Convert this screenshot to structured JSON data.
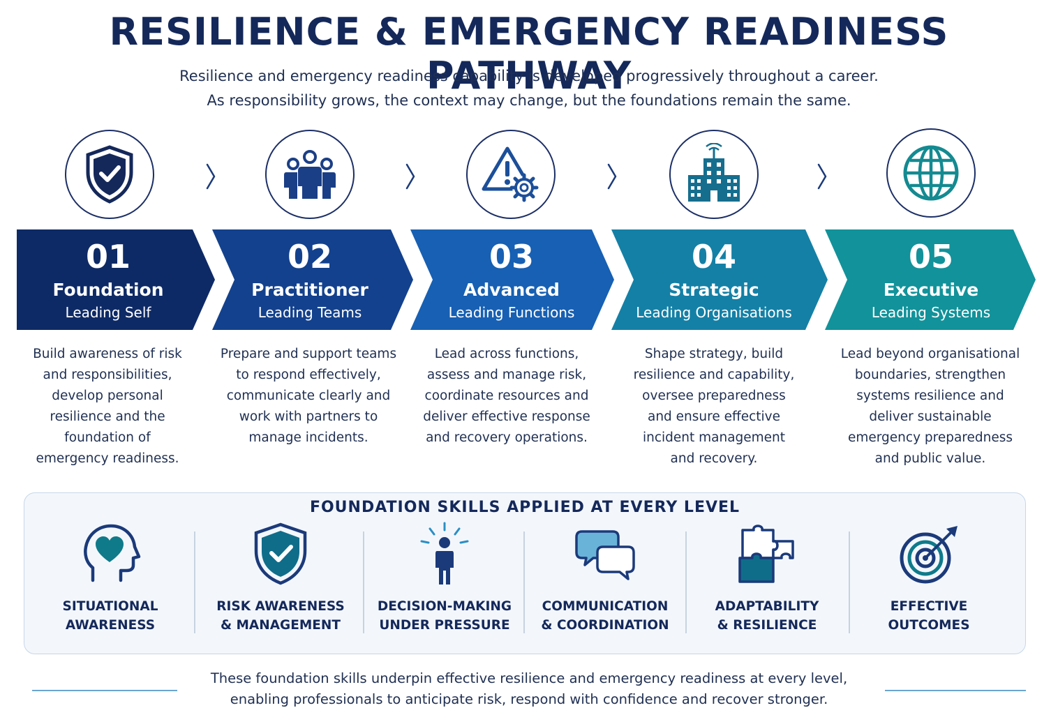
{
  "title": "RESILIENCE & EMERGENCY READINESS PATHWAY",
  "intro": {
    "line1": "Resilience and emergency readiness capability is developed progressively throughout a career.",
    "line2": "As responsibility grows, the context may change, but the foundations remain the same."
  },
  "stages": [
    {
      "number": "01",
      "name": "Foundation",
      "subtitle": "Leading Self",
      "icon": "shield-check-icon",
      "color": "#0e2a66",
      "description": [
        "Build awareness of risk",
        "and responsibilities,",
        "develop personal",
        "resilience and the",
        "foundation of",
        "emergency readiness."
      ]
    },
    {
      "number": "02",
      "name": "Practitioner",
      "subtitle": "Leading Teams",
      "icon": "team-icon",
      "color": "#13418d",
      "description": [
        "Prepare and support teams",
        "to respond effectively,",
        "communicate clearly and",
        "work with partners to",
        "manage incidents."
      ]
    },
    {
      "number": "03",
      "name": "Advanced",
      "subtitle": "Leading Functions",
      "icon": "warning-gear-icon",
      "color": "#1760b3",
      "description": [
        "Lead across functions,",
        "assess and manage risk,",
        "coordinate resources and",
        "deliver effective response",
        "and recovery operations."
      ]
    },
    {
      "number": "04",
      "name": "Strategic",
      "subtitle": "Leading Organisations",
      "icon": "building-icon",
      "color": "#1480a6",
      "description": [
        "Shape strategy, build",
        "resilience and capability,",
        "oversee preparedness",
        "and ensure effective",
        "incident management",
        "and recovery."
      ]
    },
    {
      "number": "05",
      "name": "Executive",
      "subtitle": "Leading Systems",
      "icon": "globe-icon",
      "color": "#12929a",
      "description": [
        "Lead beyond organisational",
        "boundaries, strengthen",
        "systems resilience and",
        "deliver sustainable",
        "emergency preparedness",
        "and public value."
      ]
    }
  ],
  "skills": {
    "title": "FOUNDATION SKILLS APPLIED AT EVERY LEVEL",
    "items": [
      {
        "line1": "SITUATIONAL",
        "line2": "AWARENESS",
        "icon": "head-heart-icon"
      },
      {
        "line1": "RISK AWARENESS",
        "line2": "& MANAGEMENT",
        "icon": "shield-check-icon"
      },
      {
        "line1": "DECISION-MAKING",
        "line2": "UNDER PRESSURE",
        "icon": "person-idea-icon"
      },
      {
        "line1": "COMMUNICATION",
        "line2": "& COORDINATION",
        "icon": "speech-bubbles-icon"
      },
      {
        "line1": "ADAPTABILITY",
        "line2": "& RESILIENCE",
        "icon": "puzzle-icon"
      },
      {
        "line1": "EFFECTIVE",
        "line2": "OUTCOMES",
        "icon": "target-icon"
      }
    ]
  },
  "closing": {
    "line1": "These foundation skills underpin effective resilience and emergency readiness at every level,",
    "line2": "enabling professionals to anticipate risk, respond with confidence and recover stronger."
  },
  "colors": {
    "navy": "#14285a",
    "teal": "#0f7a8a",
    "accent_light": "#6ab3d8"
  }
}
